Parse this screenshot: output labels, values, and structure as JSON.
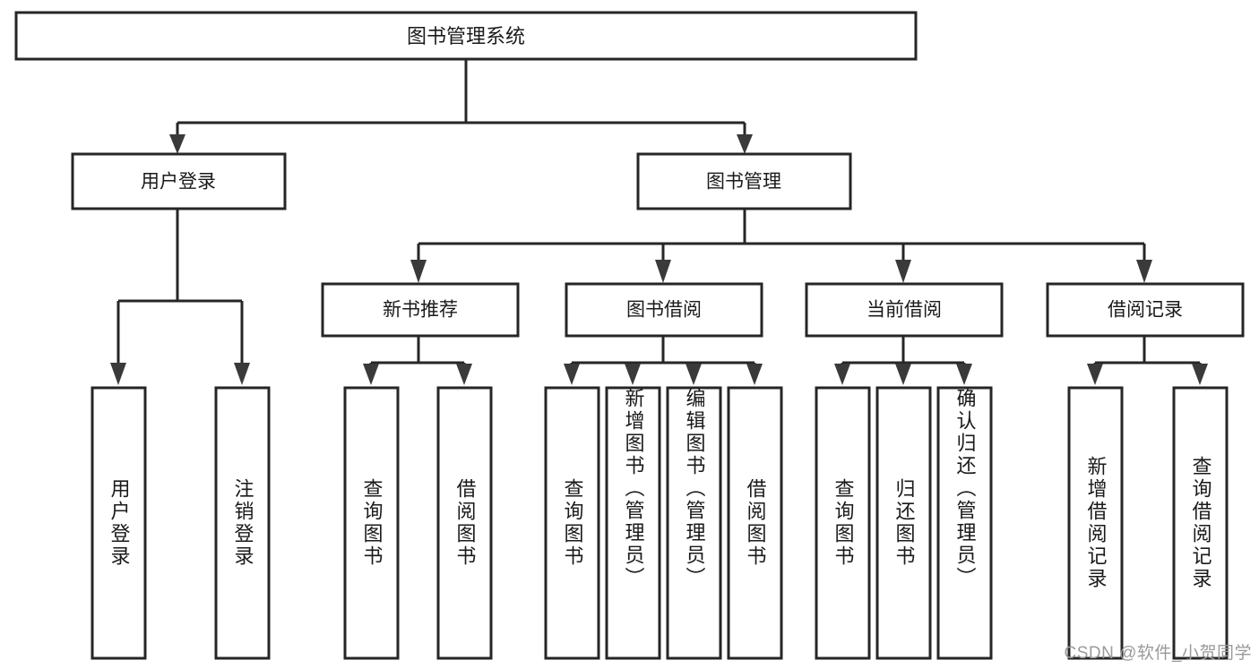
{
  "diagram": {
    "type": "tree",
    "title": "图书管理系统",
    "watermark": "CSDN @软件_小贺同学",
    "colors": {
      "background": "#ffffff",
      "stroke": "#262626",
      "arrow": "#3a3a3a",
      "text": "#1a1a1a",
      "watermark": "#9a9a9a"
    },
    "root": {
      "label": "图书管理系统"
    },
    "level2": [
      {
        "label": "用户登录"
      },
      {
        "label": "图书管理"
      }
    ],
    "level3": [
      {
        "label": "新书推荐"
      },
      {
        "label": "图书借阅"
      },
      {
        "label": "当前借阅"
      },
      {
        "label": "借阅记录"
      }
    ],
    "leaves": {
      "user_login": [
        {
          "label": "用户登录"
        },
        {
          "label": "注销登录"
        }
      ],
      "new_book": [
        {
          "label": "查询图书"
        },
        {
          "label": "借阅图书"
        }
      ],
      "book_borrow": [
        {
          "label": "查询图书"
        },
        {
          "label": "新增图书（管理员）"
        },
        {
          "label": "编辑图书（管理员）"
        },
        {
          "label": "借阅图书"
        }
      ],
      "current_borrow": [
        {
          "label": "查询图书"
        },
        {
          "label": "归还图书"
        },
        {
          "label": "确认归还（管理员）"
        }
      ],
      "borrow_record": [
        {
          "label": "新增借阅记录"
        },
        {
          "label": "查询借阅记录"
        }
      ]
    }
  }
}
